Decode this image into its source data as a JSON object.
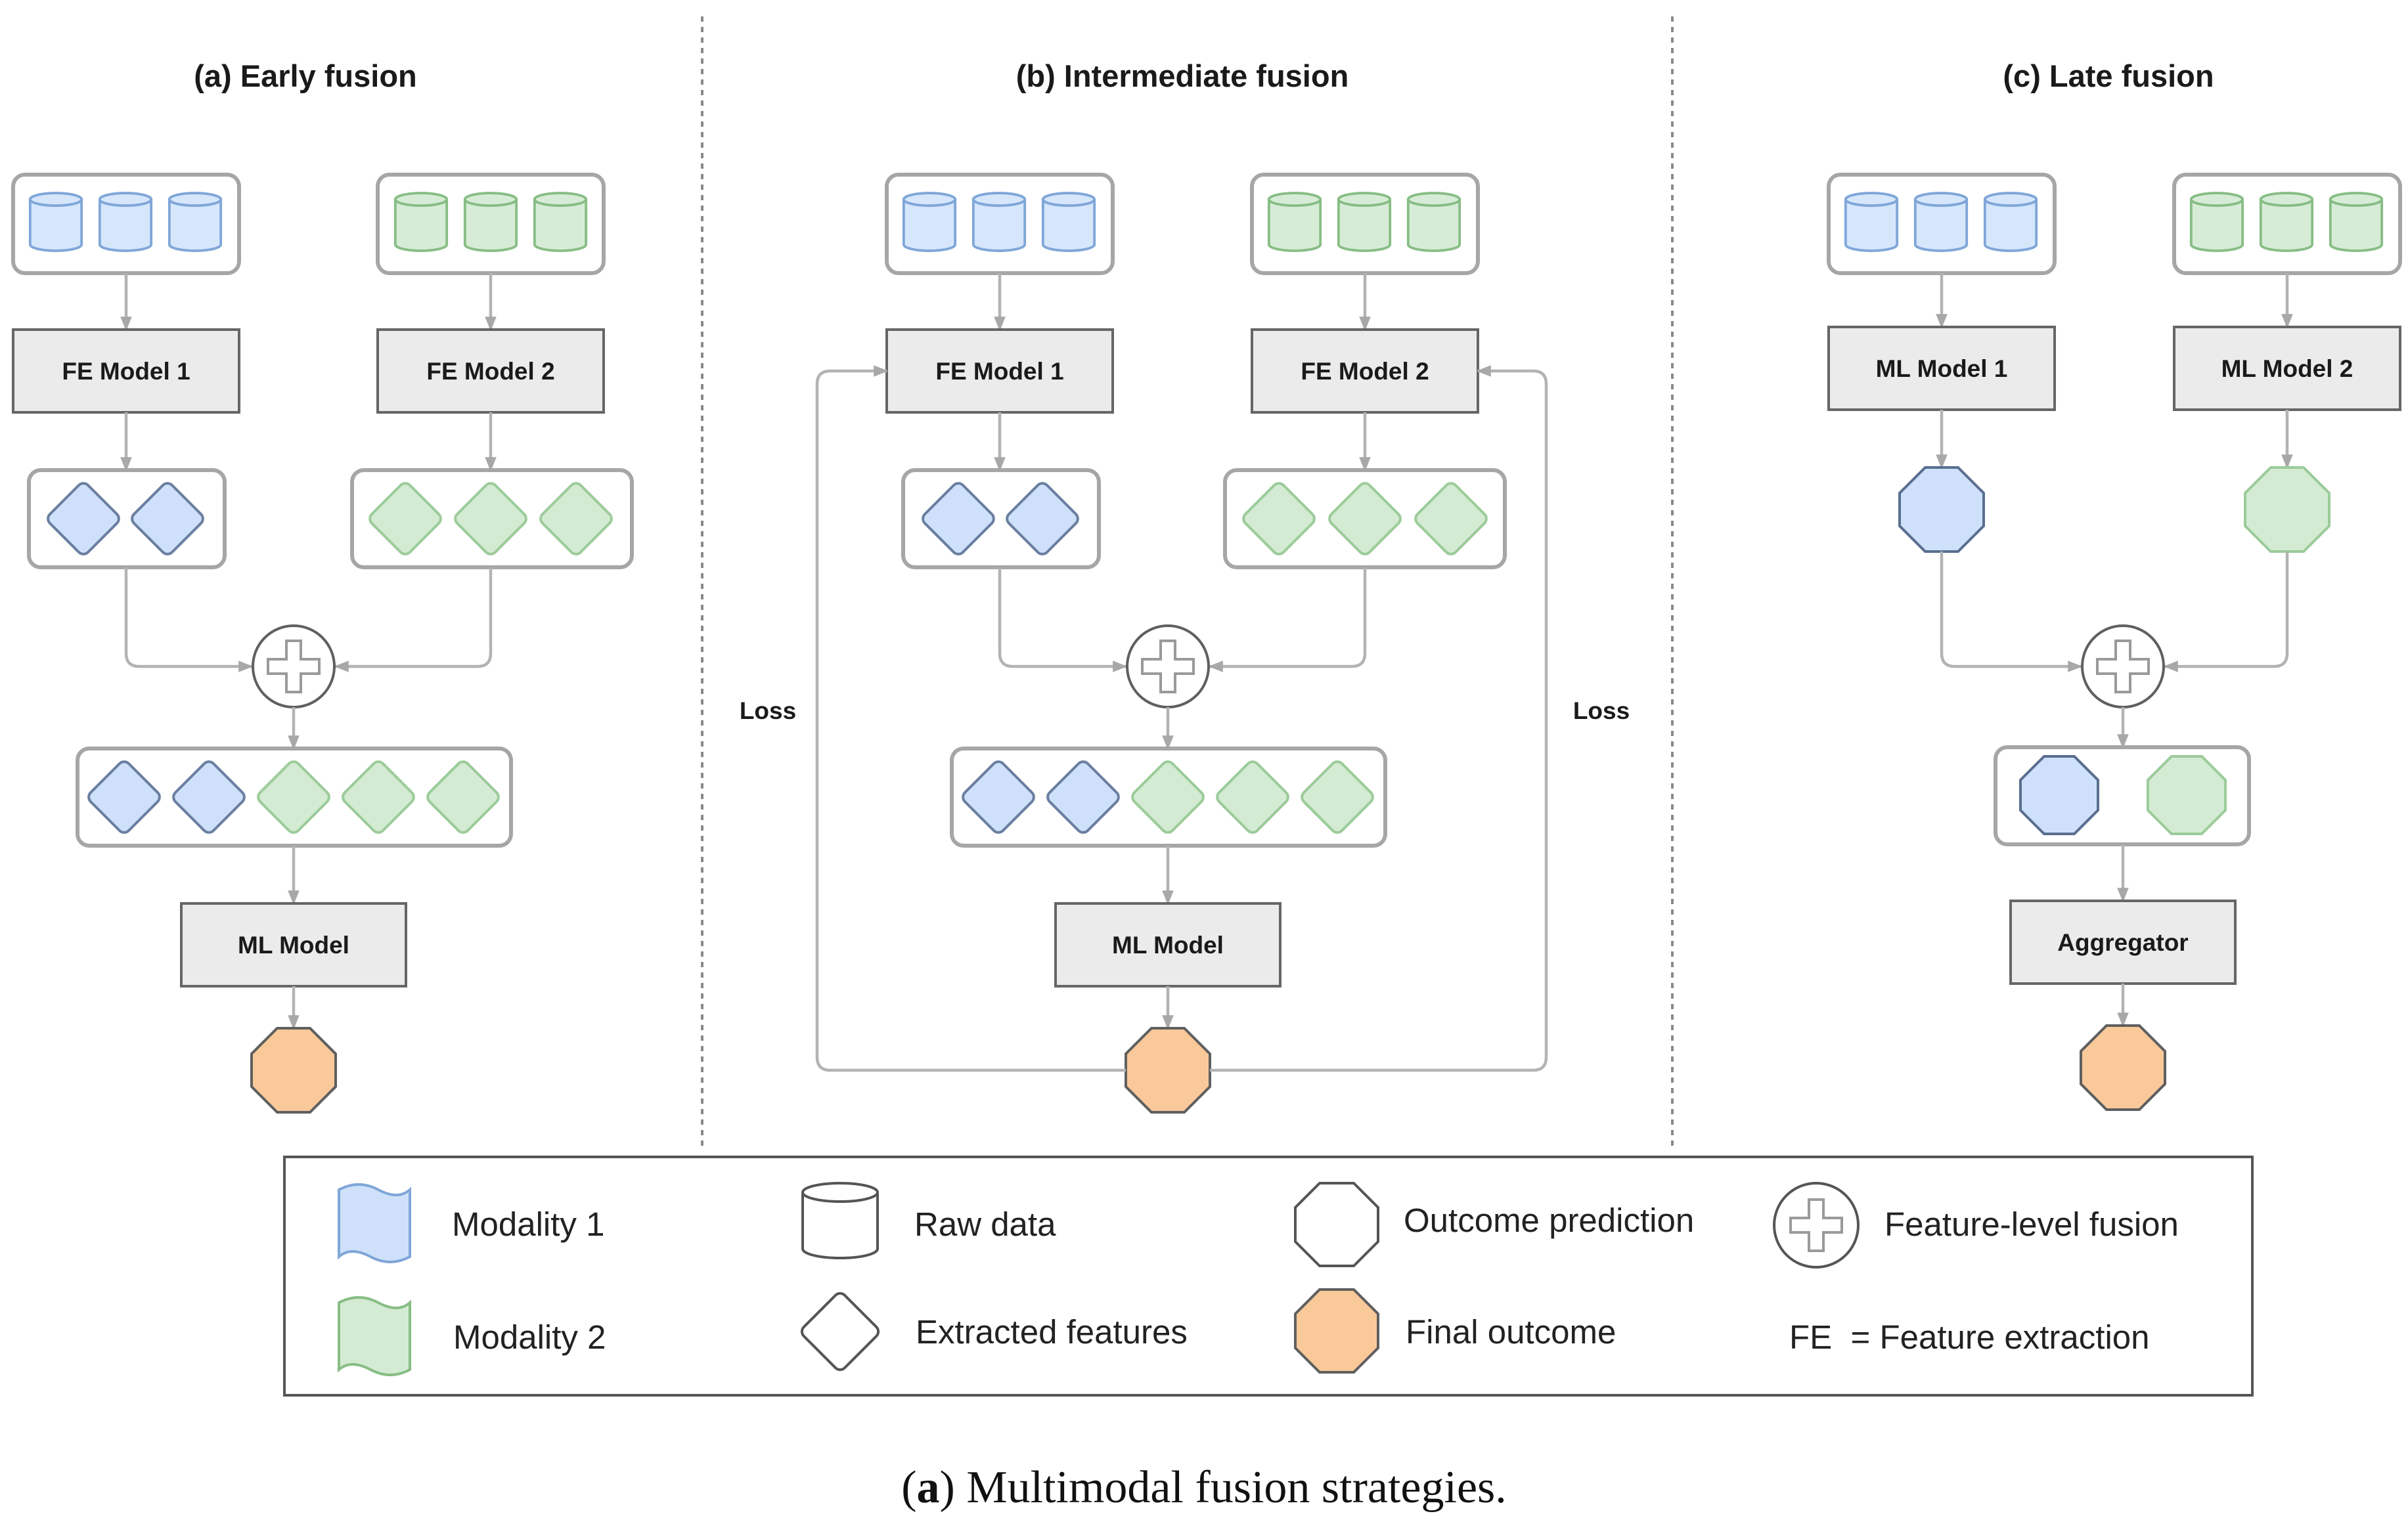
{
  "panels": {
    "early": {
      "title": "(a) Early fusion",
      "fe_model_1": "FE Model 1",
      "fe_model_2": "FE Model 2",
      "ml_model": "ML Model"
    },
    "intermediate": {
      "title": "(b) Intermediate fusion",
      "fe_model_1": "FE Model 1",
      "fe_model_2": "FE Model 2",
      "ml_model": "ML Model",
      "loss_left": "Loss",
      "loss_right": "Loss"
    },
    "late": {
      "title": "(c) Late fusion",
      "ml_model_1": "ML Model 1",
      "ml_model_2": "ML Model 2",
      "aggregator": "Aggregator"
    }
  },
  "legend": {
    "modality_1": "Modality 1",
    "modality_2": "Modality 2",
    "raw_data": "Raw data",
    "extracted_features": "Extracted features",
    "outcome_prediction": "Outcome prediction",
    "final_outcome": "Final outcome",
    "feature_level_fusion": "Feature-level fusion",
    "fe_definition": "FE  = Feature extraction"
  },
  "caption": {
    "letter": "a",
    "text": "Multimodal fusion strategies."
  },
  "colors": {
    "modality_1": "#cfe1fa",
    "modality_2": "#d4ebd3",
    "final_outcome": "#f9c99a",
    "model_box": "#ebebeb"
  }
}
